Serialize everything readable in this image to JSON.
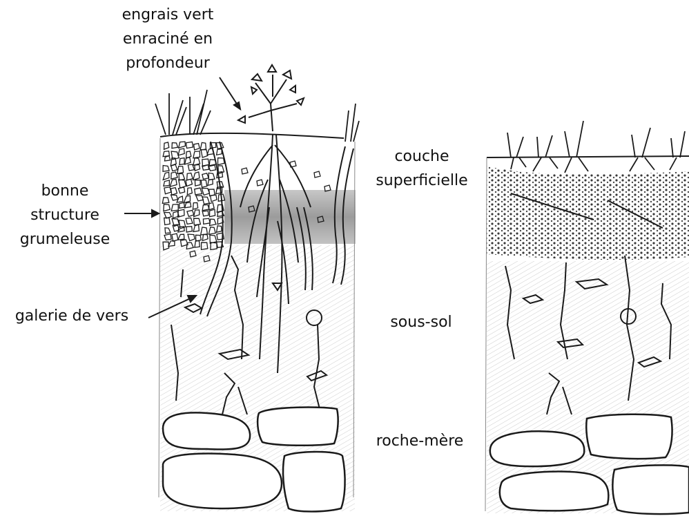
{
  "labels": {
    "green_manure": [
      "engrais vert",
      "enraciné en",
      "profondeur"
    ],
    "good_structure": [
      "bonne",
      "structure",
      "grumeleuse"
    ],
    "worm_gallery": "galerie de vers",
    "topsoil": [
      "couche",
      "superficielle"
    ],
    "subsoil": "sous-sol",
    "bedrock": "roche-mère"
  },
  "colors": {
    "ink": "#1a1a1a",
    "shade_dark": "#6e6e6e",
    "shade_light": "#d6d6d6"
  }
}
